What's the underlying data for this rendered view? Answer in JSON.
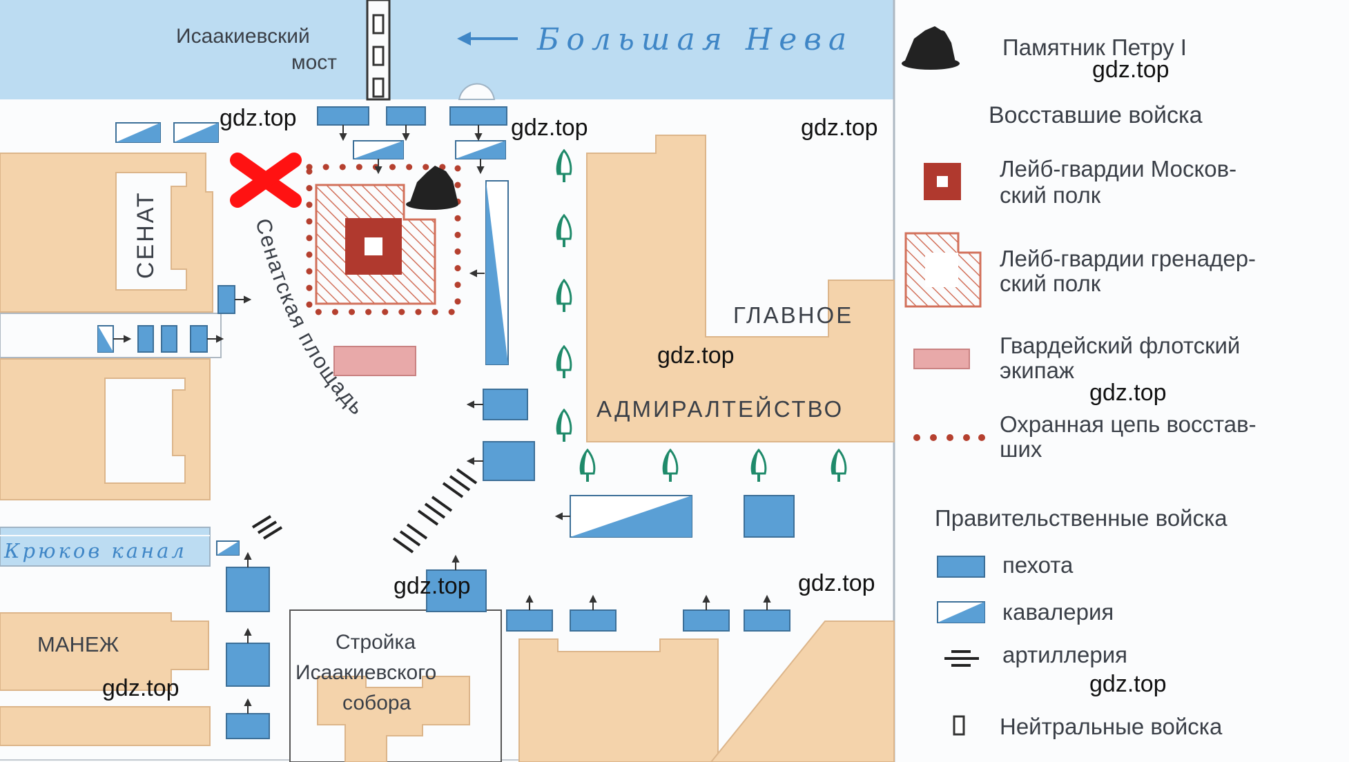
{
  "map": {
    "labels": {
      "bridge_line1": "Исаакиевский",
      "bridge_line2": "мост",
      "river": "Большая Нева",
      "senate": "СЕНАТ",
      "square": "Сенатская площадь",
      "admiralty_1": "ГЛАВНОЕ",
      "admiralty_2": "АДМИРАЛТЕЙСТВО",
      "canal": "Крюков канал",
      "manege": "МАНЕЖ",
      "cathedral_1": "Стройка",
      "cathedral_2": "Исаакиевского",
      "cathedral_3": "собора"
    },
    "watermark": "gdz.top",
    "colors": {
      "water": "#bcdcf2",
      "building": "#f4d3ab",
      "building_edge": "#dcb58a",
      "gov_blue": "#5a9fd5",
      "moscow_red": "#b0392e",
      "grenadier_hatch": "#d2705a",
      "marine_pink": "#e8a9a9",
      "chain_dot": "#b5402f",
      "execution_cross": "#ff1212",
      "tree": "#1f8a6a"
    }
  },
  "legend": {
    "monument": "Памятник Петру I",
    "rebels_title": "Восставшие войска",
    "moscow_1": "Лейб-гвардии Москов-",
    "moscow_2": "ский полк",
    "grenadier_1": "Лейб-гвардии гренадер-",
    "grenadier_2": "ский полк",
    "marine_1": "Гвардейский флотский",
    "marine_2": "экипаж",
    "chain_1": "Охранная цепь восстав-",
    "chain_2": "ших",
    "gov_title": "Правительственные войска",
    "infantry": "пехота",
    "cavalry": "кавалерия",
    "artillery": "артиллерия",
    "neutral": "Нейтральные войска"
  }
}
